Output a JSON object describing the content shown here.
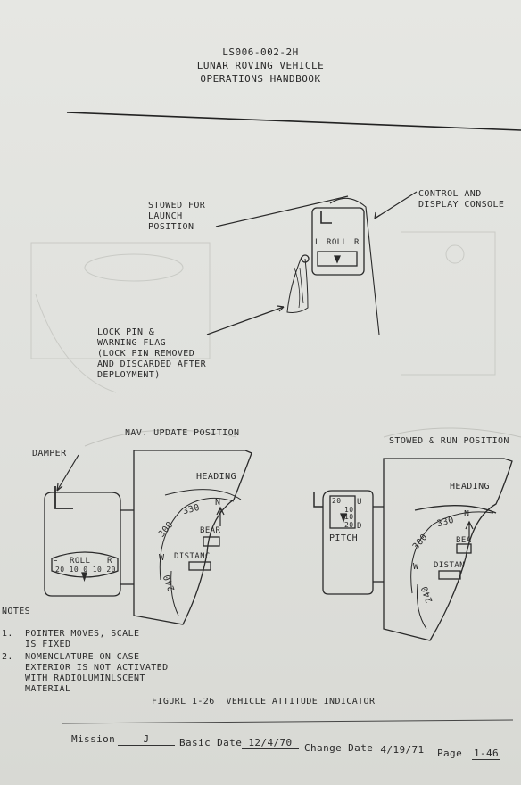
{
  "header": {
    "doc_number": "LS006-002-2H",
    "title_line1": "LUNAR ROVING VEHICLE",
    "title_line2": "OPERATIONS HANDBOOK"
  },
  "upper_figure": {
    "stowed_label": "STOWED FOR\nLAUNCH\nPOSITION",
    "console_label": "CONTROL AND\nDISPLAY CONSOLE",
    "lock_pin_label": "LOCK PIN &\nWARNING FLAG\n(LOCK PIN REMOVED\nAND DISCARDED AFTER\nDEPLOYMENT)",
    "roll_l": "L",
    "roll_label": "ROLL",
    "roll_r": "R"
  },
  "left_figure": {
    "title": "NAV. UPDATE POSITION",
    "damper_label": "DAMPER",
    "roll_l": "L",
    "roll_label": "ROLL",
    "roll_r": "R",
    "roll_scale": "20 10 0 10 20",
    "heading": "HEADING",
    "n": "N",
    "w": "W",
    "deg_330": "330",
    "deg_300": "300",
    "deg_240": "240",
    "bearing": "BEAR",
    "distance": "DISTANC"
  },
  "right_figure": {
    "title": "STOWED & RUN POSITION",
    "pitch_label": "PITCH",
    "pitch_u": "U",
    "pitch_d": "D",
    "pitch_20_top": "20",
    "pitch_10_top": "10",
    "pitch_10_bot": "10",
    "pitch_20_bot": "20",
    "heading": "HEADING",
    "n": "N",
    "w": "W",
    "deg_330": "330",
    "deg_300": "300",
    "deg_240": "240",
    "bearing": "BEA",
    "distance": "DISTAN"
  },
  "notes": {
    "title": "NOTES",
    "note1_num": "1.",
    "note1": "POINTER MOVES, SCALE\nIS FIXED",
    "note2_num": "2.",
    "note2": "NOMENCLATURE ON CASE\nEXTERIOR IS NOT ACTIVATED\nWITH RADIOLUMINLSCENT\nMATERIAL"
  },
  "figure_caption": "FIGURL 1-26  VEHICLE ATTITUDE INDICATOR",
  "footer": {
    "mission_label": "Mission",
    "mission_value": "J",
    "basic_date_label": "Basic Date",
    "basic_date_value": "12/4/70",
    "change_date_label": "Change Date",
    "change_date_value": "4/19/71",
    "page_label": "Page",
    "page_value": "1-46"
  }
}
